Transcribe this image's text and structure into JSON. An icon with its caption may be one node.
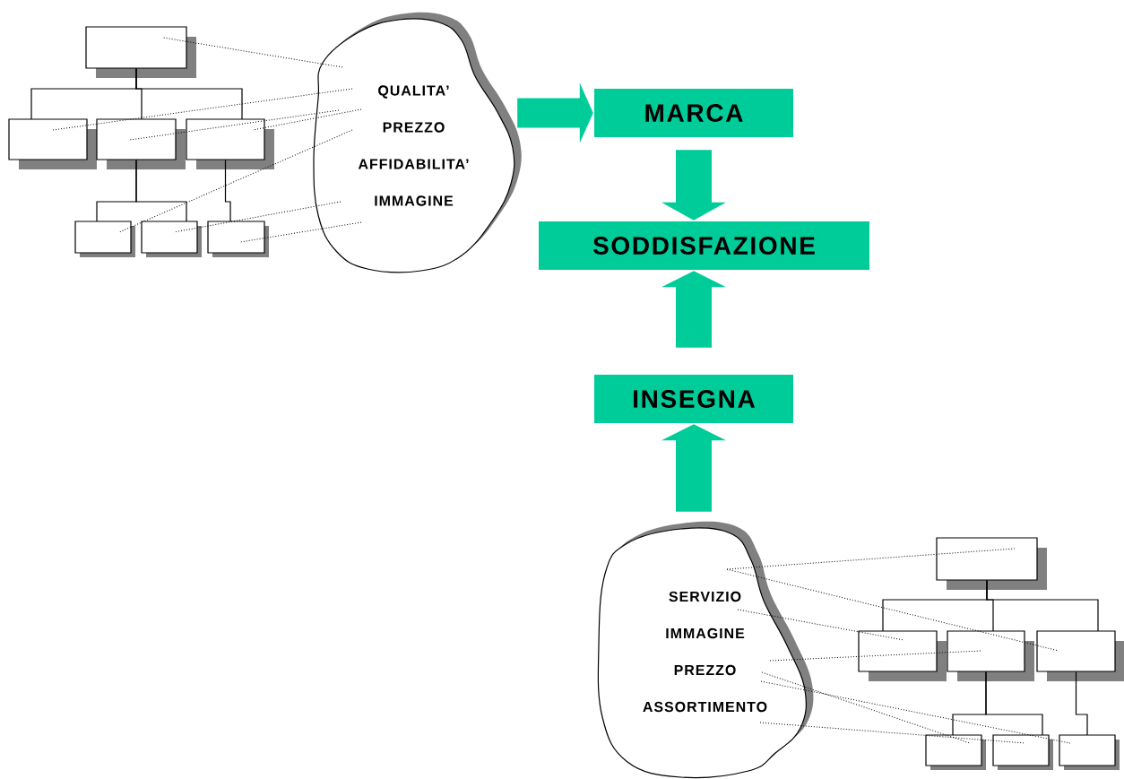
{
  "diagram": {
    "nodes": [
      {
        "text": [
          "QUALITA’",
          "PREZZO",
          "AFFIDABILITA’",
          "IMMAGINE"
        ]
      },
      {
        "text": [],
        "shape": "box"
      },
      {
        "text": [],
        "shape": "box"
      },
      {
        "text": [],
        "shape": "box"
      },
      {
        "text": [],
        "shape": "box"
      },
      {
        "text": [],
        "shape": "box"
      },
      {
        "text": [],
        "shape": "box"
      },
      {
        "text": [],
        "shape": "box"
      },
      {
        "text": [
          "MARCA"
        ]
      },
      {
        "text": [
          "SODDISFAZIONE"
        ]
      },
      {
        "text": [
          "INSEGNA"
        ]
      },
      {
        "text": [
          "SERVIZIO",
          "IMMAGINE",
          "PREZZO",
          "ASSORTIMENTO"
        ]
      },
      {
        "text": [],
        "shape": "box"
      },
      {
        "text": [],
        "shape": "box"
      },
      {
        "text": [],
        "shape": "box"
      },
      {
        "text": [],
        "shape": "box"
      },
      {
        "text": [],
        "shape": "box"
      },
      {
        "text": [],
        "shape": "box"
      },
      {
        "text": [],
        "shape": "box"
      }
    ],
    "edges": [
      {
        "from": 1,
        "to": 2,
        "arrow": "none"
      },
      {
        "from": 1,
        "to": 3,
        "arrow": "none"
      },
      {
        "from": 1,
        "to": 4,
        "arrow": "none"
      },
      {
        "from": 3,
        "to": 5,
        "arrow": "none"
      },
      {
        "from": 3,
        "to": 6,
        "arrow": "none"
      },
      {
        "from": 4,
        "to": 7,
        "arrow": "none"
      },
      {
        "from": 12,
        "to": 13,
        "arrow": "none"
      },
      {
        "from": 12,
        "to": 14,
        "arrow": "none"
      },
      {
        "from": 12,
        "to": 15,
        "arrow": "none"
      },
      {
        "from": 14,
        "to": 16,
        "arrow": "none"
      },
      {
        "from": 14,
        "to": 17,
        "arrow": "none"
      },
      {
        "from": 15,
        "to": 18,
        "arrow": "none"
      },
      {
        "from": 0,
        "to": 8,
        "arrow": "to",
        "style": "thick",
        "color": "#00cc99"
      },
      {
        "from": 8,
        "to": 9,
        "arrow": "to",
        "style": "thick",
        "color": "#00cc99"
      },
      {
        "from": 10,
        "to": 9,
        "arrow": "to",
        "style": "thick",
        "color": "#00cc99"
      },
      {
        "from": 11,
        "to": 10,
        "arrow": "to",
        "style": "thick",
        "color": "#00cc99"
      },
      {
        "from": 0,
        "to": 1,
        "arrow": "none",
        "style": "dashed"
      },
      {
        "from": 0,
        "to": 2,
        "arrow": "none",
        "style": "dashed"
      },
      {
        "from": 0,
        "to": 3,
        "arrow": "none",
        "style": "dashed"
      },
      {
        "from": 0,
        "to": 4,
        "arrow": "none",
        "style": "dashed"
      },
      {
        "from": 0,
        "to": 5,
        "arrow": "none",
        "style": "dashed"
      },
      {
        "from": 0,
        "to": 6,
        "arrow": "none",
        "style": "dashed"
      },
      {
        "from": 0,
        "to": 7,
        "arrow": "none",
        "style": "dashed"
      },
      {
        "from": 11,
        "to": 12,
        "arrow": "none",
        "style": "dashed"
      },
      {
        "from": 11,
        "to": 15,
        "arrow": "none",
        "style": "dashed"
      },
      {
        "from": 11,
        "to": 13,
        "arrow": "none",
        "style": "dashed"
      },
      {
        "from": 11,
        "to": 14,
        "arrow": "none",
        "style": "dashed"
      },
      {
        "from": 11,
        "to": 16,
        "arrow": "none",
        "style": "dashed"
      },
      {
        "from": 11,
        "to": 18,
        "arrow": "none",
        "style": "dashed"
      },
      {
        "from": 11,
        "to": 17,
        "arrow": "none",
        "style": "dashed"
      }
    ]
  }
}
